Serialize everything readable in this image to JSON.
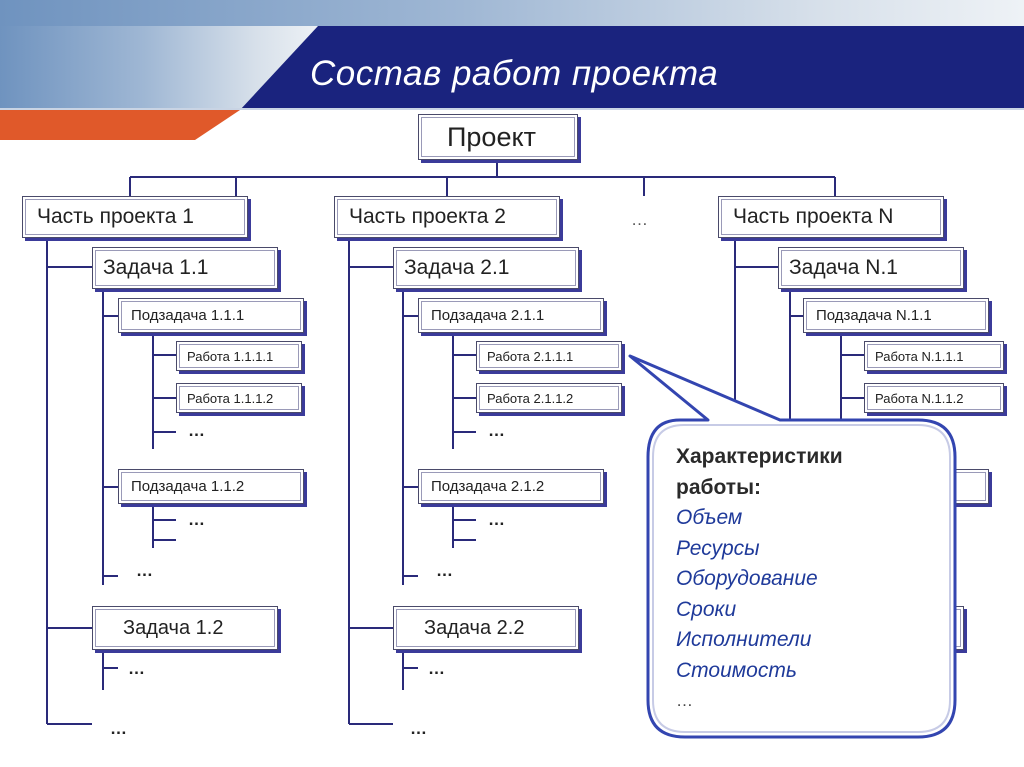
{
  "slide": {
    "title": "Состав работ проекта"
  },
  "tree": {
    "root": "Проект",
    "ellipsis": "…",
    "dots": "…",
    "parts": [
      {
        "label": "Часть проекта 1",
        "tasks": [
          {
            "label": "Задача 1.1",
            "subtasks": [
              {
                "label": "Подзадача 1.1.1",
                "works": [
                  "Работа 1.1.1.1",
                  "Работа 1.1.1.2"
                ]
              },
              {
                "label": "Подзадача 1.1.2",
                "works": []
              }
            ]
          },
          {
            "label": "Задача 1.2"
          }
        ]
      },
      {
        "label": "Часть проекта 2",
        "tasks": [
          {
            "label": "Задача 2.1",
            "subtasks": [
              {
                "label": "Подзадача 2.1.1",
                "works": [
                  "Работа 2.1.1.1",
                  "Работа 2.1.1.2"
                ]
              },
              {
                "label": "Подзадача 2.1.2",
                "works": []
              }
            ]
          },
          {
            "label": "Задача 2.2"
          }
        ]
      },
      {
        "label": "Часть проекта N",
        "tasks": [
          {
            "label": "Задача N.1",
            "subtasks": [
              {
                "label": "Подзадача N.1.1",
                "works": [
                  "Работа N.1.1.1",
                  "Работа N.1.1.2"
                ]
              }
            ]
          }
        ]
      }
    ]
  },
  "callout": {
    "heading_line1": "Характеристики",
    "heading_line2": "работы:",
    "items": [
      "Объем",
      "Ресурсы",
      "Оборудование",
      "Сроки",
      "Исполнители",
      "Стоимость"
    ],
    "more": "…"
  },
  "colors": {
    "navy": "#1a237e",
    "orange": "#e0592a",
    "line": "#2a2a7a",
    "italic_text": "#1f3a9a"
  }
}
